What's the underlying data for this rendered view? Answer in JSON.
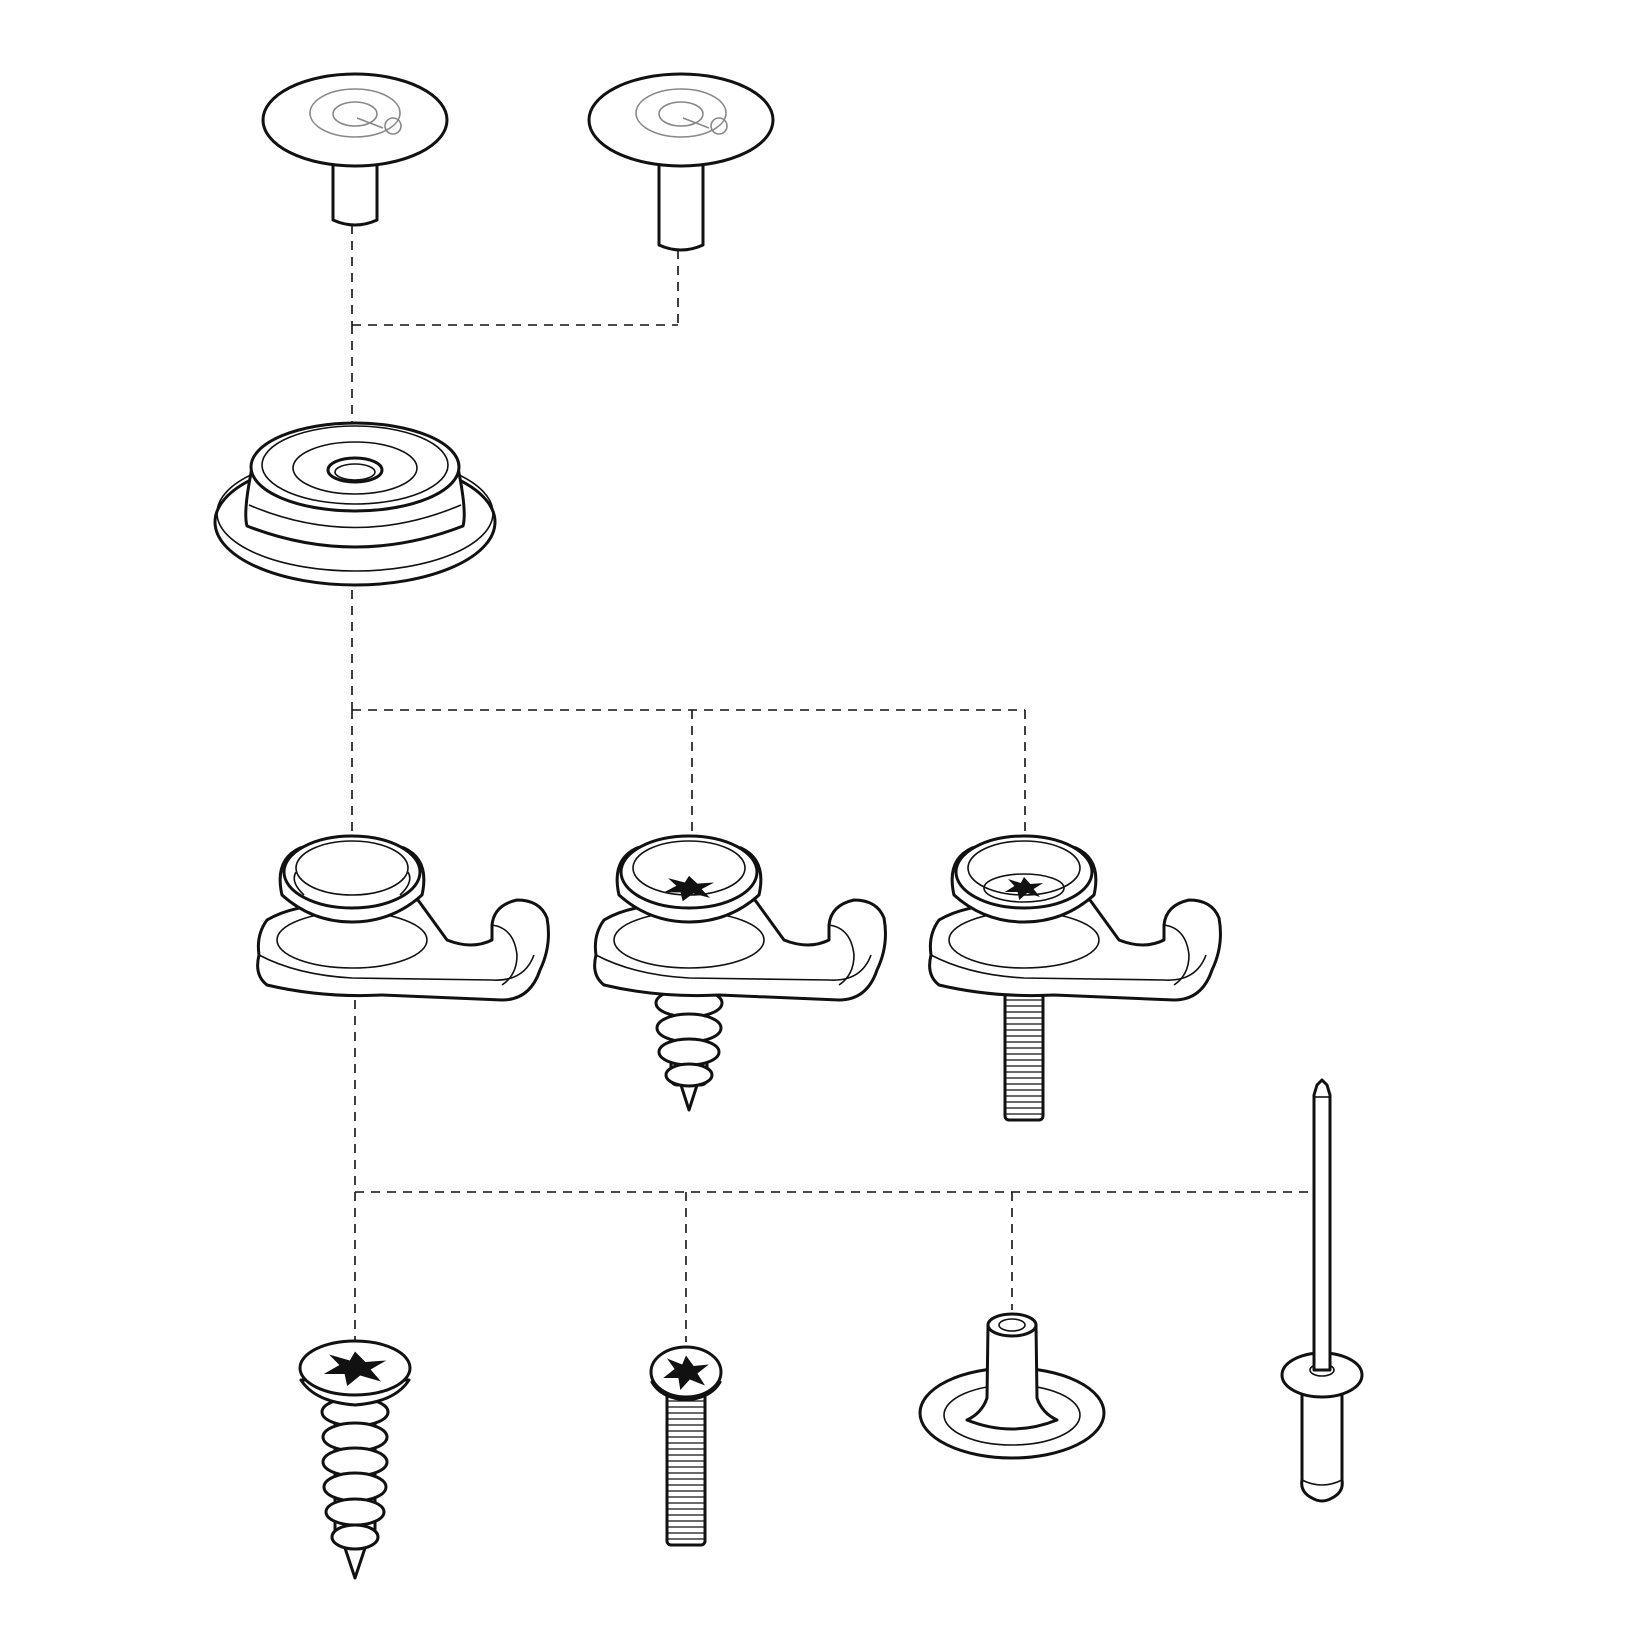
{
  "colors": {
    "line": "#111111",
    "logo": "#888888",
    "background": "#ffffff"
  },
  "diagram": {
    "type": "exploded fastener assembly",
    "levels": [
      {
        "row": "caps",
        "parts": [
          "cap-short-post",
          "cap-long-post"
        ]
      },
      {
        "row": "socket",
        "parts": [
          "socket-cap"
        ]
      },
      {
        "row": "hook-studs",
        "parts": [
          "hook-stud-plain",
          "hook-stud-wood-screw",
          "hook-stud-machine-thread"
        ]
      },
      {
        "row": "mounting",
        "parts": [
          "wood-screw",
          "machine-screw",
          "flanged-post",
          "blind-rivet"
        ]
      }
    ]
  }
}
